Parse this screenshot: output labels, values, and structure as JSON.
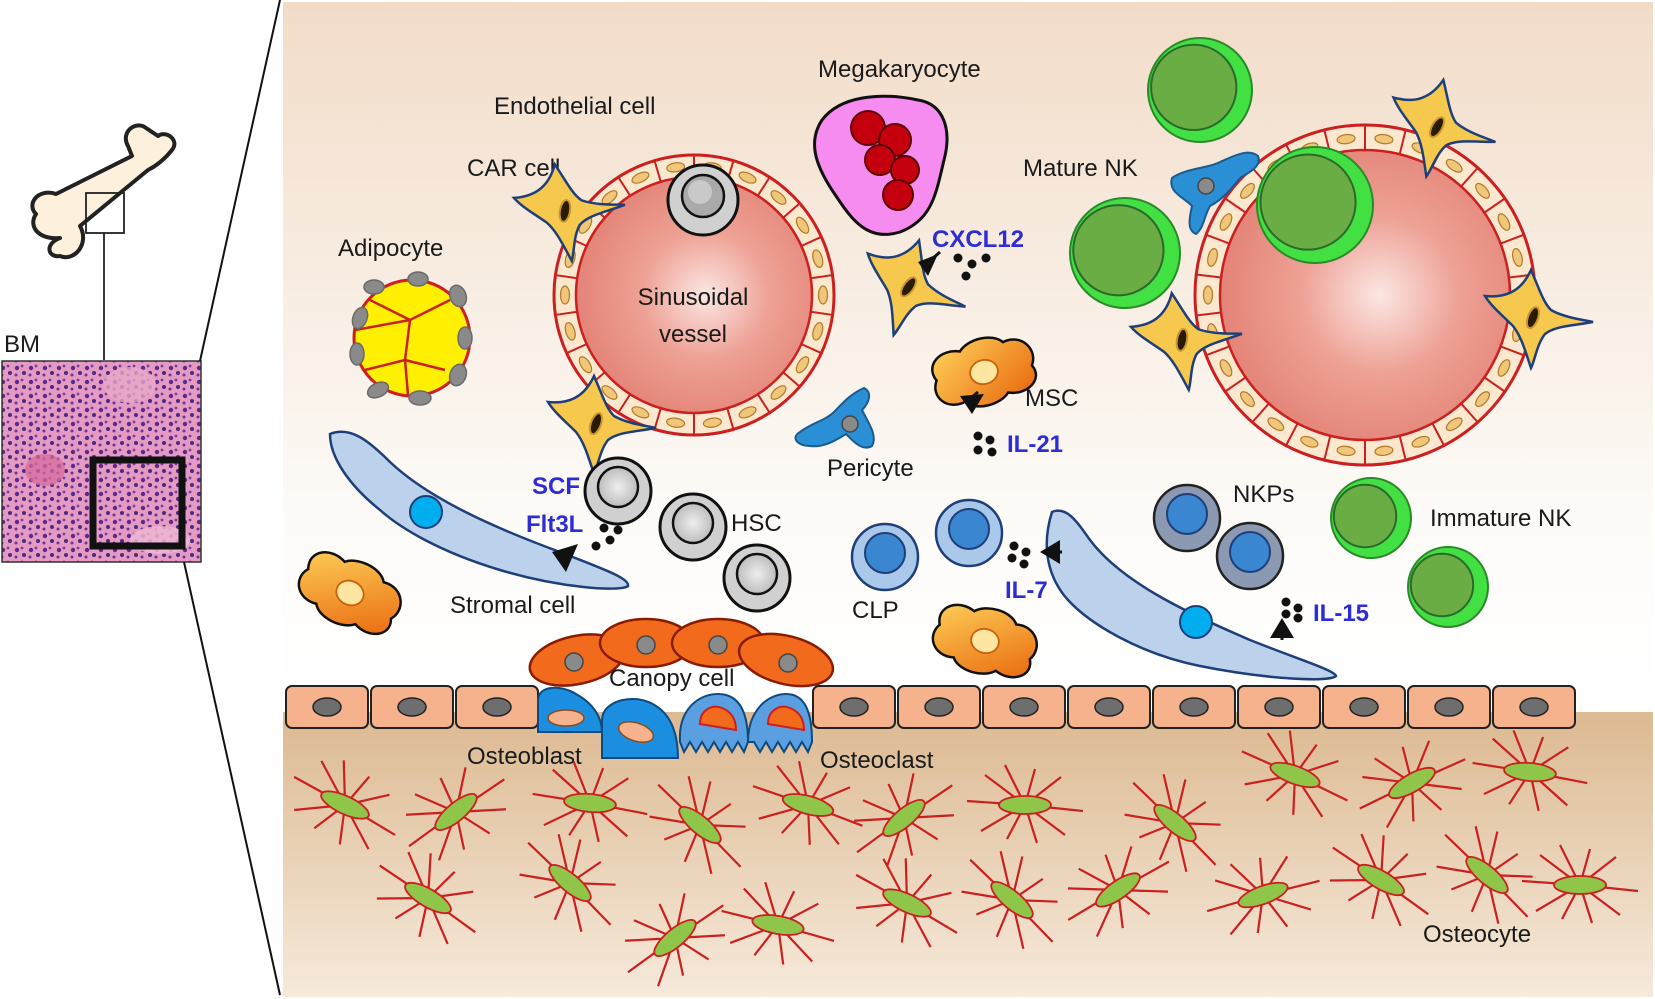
{
  "labels": {
    "bm": "BM",
    "megakaryocyte": "Megakaryocyte",
    "endothelial_cell": "Endothelial cell",
    "car_cell": "CAR cell",
    "adipocyte": "Adipocyte",
    "sinusoidal_vessel_line1": "Sinusoidal",
    "sinusoidal_vessel_line2": "vessel",
    "mature_nk": "Mature NK",
    "msc": "MSC",
    "pericyte": "Pericyte",
    "hsc": "HSC",
    "stromal_cell": "Stromal cell",
    "clp": "CLP",
    "nkps": "NKPs",
    "immature_nk": "Immature NK",
    "canopy_cell": "Canopy cell",
    "osteoblast": "Osteoblast",
    "osteoclast": "Osteoclast",
    "osteocyte": "Osteocyte"
  },
  "cytokines": {
    "cxcl12": "CXCL12",
    "il21": "IL-21",
    "scf": "SCF",
    "flt3l": "Flt3L",
    "il7": "IL-7",
    "il15": "IL-15"
  },
  "colors": {
    "marrow_top": "#f2dcc8",
    "marrow_bottom": "#fdfbf8",
    "bone": "#e3c59f",
    "cytokine_text": "#2d2dd6",
    "vessel": "#e88c80",
    "endothelial": "#fbe8cf",
    "endothelial_border": "#cc1f1f",
    "car_cell": "#f6c94e",
    "mature_nk": "#43e043",
    "nk_nucleus": "#6aad45",
    "hsc": "#cfcfcf",
    "clp": "#a9c8ea",
    "nkp": "#8c99b2",
    "stromal": "#bcd2ec",
    "msc": "#f39a1c",
    "osteoblast": "#1c8ee0",
    "osteoclast": "#5aa0e0",
    "canopy": "#f26b1d",
    "lining_cell": "#f5b28d",
    "osteocyte_body": "#8fc64a",
    "osteocyte_process": "#cc1f1f",
    "adipocyte": "#ffef00",
    "megakaryocyte": "#f78cf0",
    "megakaryocyte_nucleus": "#c4000e",
    "pericyte": "#2b8fd6"
  }
}
